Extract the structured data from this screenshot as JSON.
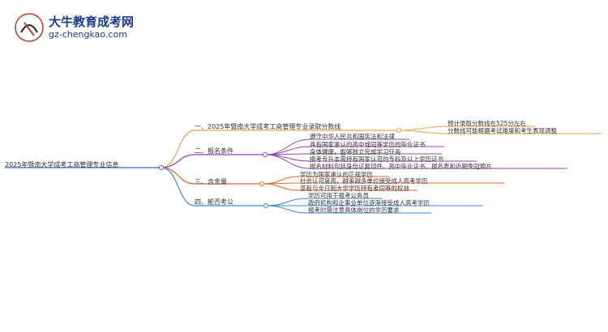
{
  "logo": {
    "title": "大牛教育成考网",
    "url": "gz-chengkao.com",
    "mark_text": "大牛"
  },
  "mindmap": {
    "root": "2025年暨南大学成考工商管理专业信息",
    "branches": [
      {
        "label": "一、2025年暨南大学成考工商管理专业录取分数线",
        "color": "#f0a24a",
        "items": [
          "预计录取分数线在525分左右",
          "分数线可能根据考试难度和考生表现调整"
        ]
      },
      {
        "label": "二、报名条件",
        "color": "#9b3fb8",
        "items": [
          "遵守中华人民共和国宪法和法律",
          "具有国家承认的高中或同等学历的毕业证书",
          "身体健康，能够独立完成学习任务",
          "报考专升本需持有国家认可的专科及以上学历证书",
          "报名材料包括身份证复印件、高中毕业证书、报名表和近期免冠照片"
        ]
      },
      {
        "label": "三、含金量",
        "color": "#e86a2a",
        "items": [
          "学历为国家承认的正规学历",
          "社会认可度高，越来越多单位接受成人高考学历",
          "享有与全日制大学学历持有者同等的权益"
        ]
      },
      {
        "label": "四、能否考公",
        "color": "#3b8ad9",
        "items": [
          "学历可用于报考公务员",
          "政府机构和企事业单位逐渐接受成人高考学历",
          "报考时需注意具体岗位的学历要求"
        ]
      }
    ]
  }
}
